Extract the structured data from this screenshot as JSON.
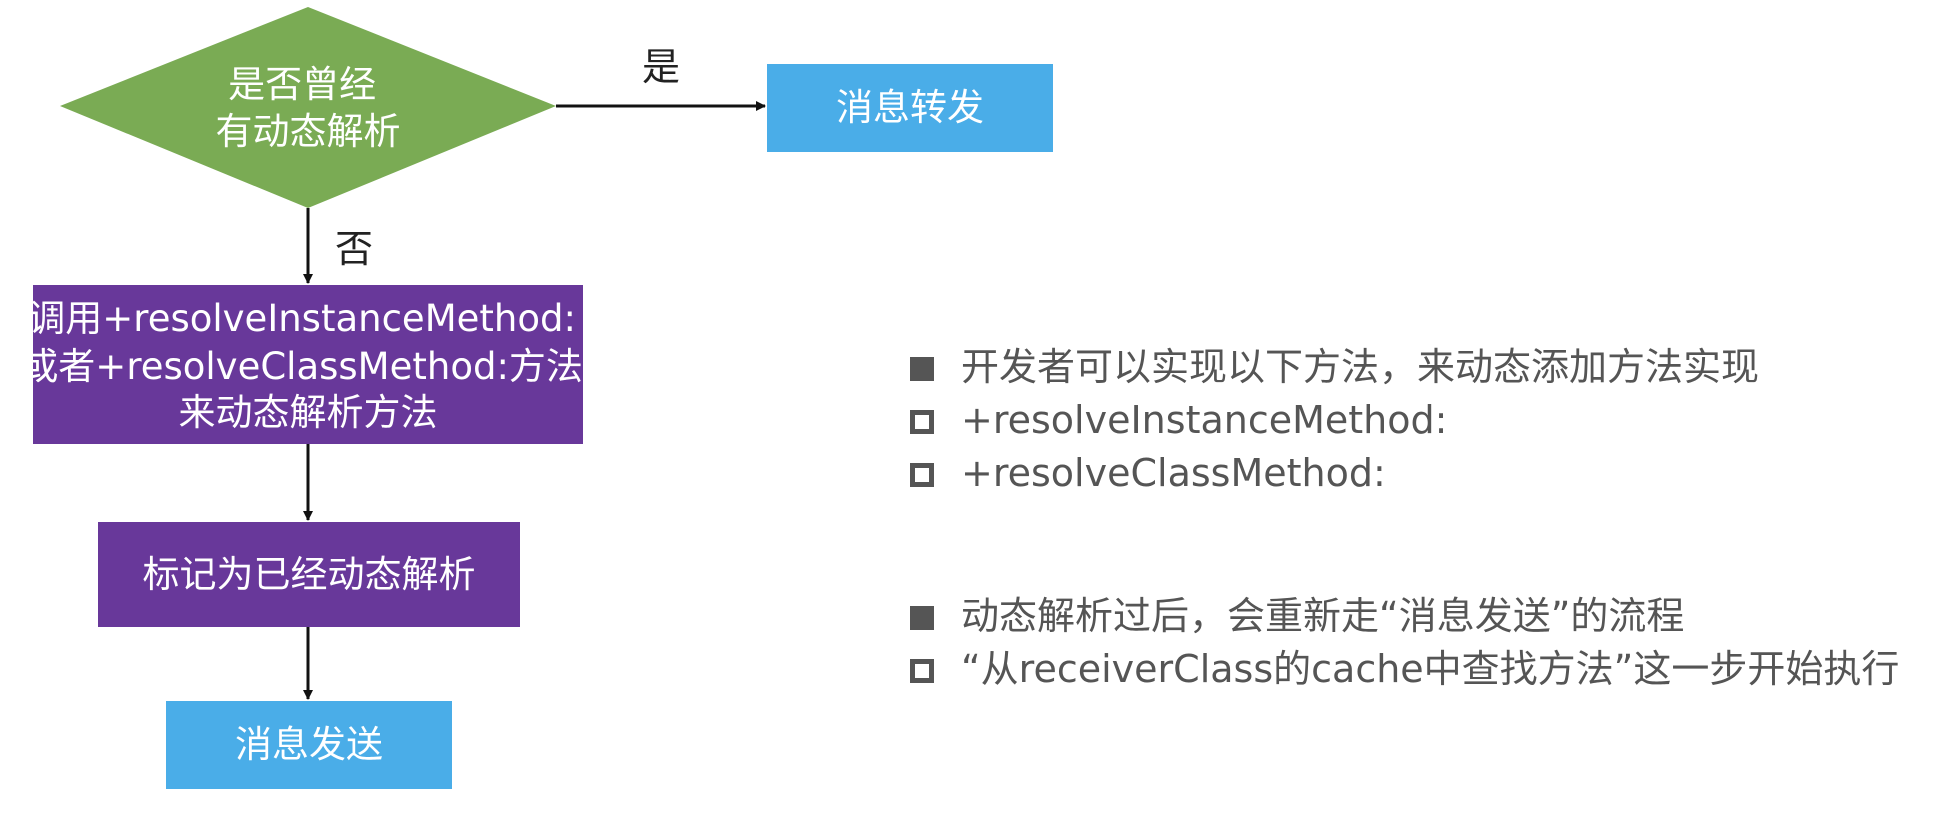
{
  "flowchart": {
    "decision": {
      "lines": [
        "是否曾经",
        "有动态解析"
      ]
    },
    "edge_yes_label": "是",
    "edge_no_label": "否",
    "forward_box": {
      "label": "消息转发"
    },
    "resolve_box": {
      "lines": [
        "调用+resolveInstanceMethod:",
        "或者+resolveClassMethod:方法",
        "来动态解析方法"
      ]
    },
    "mark_box": {
      "label": "标记为已经动态解析"
    },
    "send_box": {
      "label": "消息发送"
    }
  },
  "notes": [
    {
      "heading": "开发者可以实现以下方法，来动态添加方法实现",
      "items": [
        "+resolveInstanceMethod:",
        "+resolveClassMethod:"
      ]
    },
    {
      "heading": "动态解析过后，会重新走“消息发送”的流程",
      "items": [
        "“从receiverClass的cache中查找方法”这一步开始执行"
      ]
    }
  ],
  "colors": {
    "decision_fill": "#7aab54",
    "process_purple": "#68389a",
    "terminal_blue": "#4aade8",
    "arrow": "#111111",
    "note_text": "#555555"
  }
}
